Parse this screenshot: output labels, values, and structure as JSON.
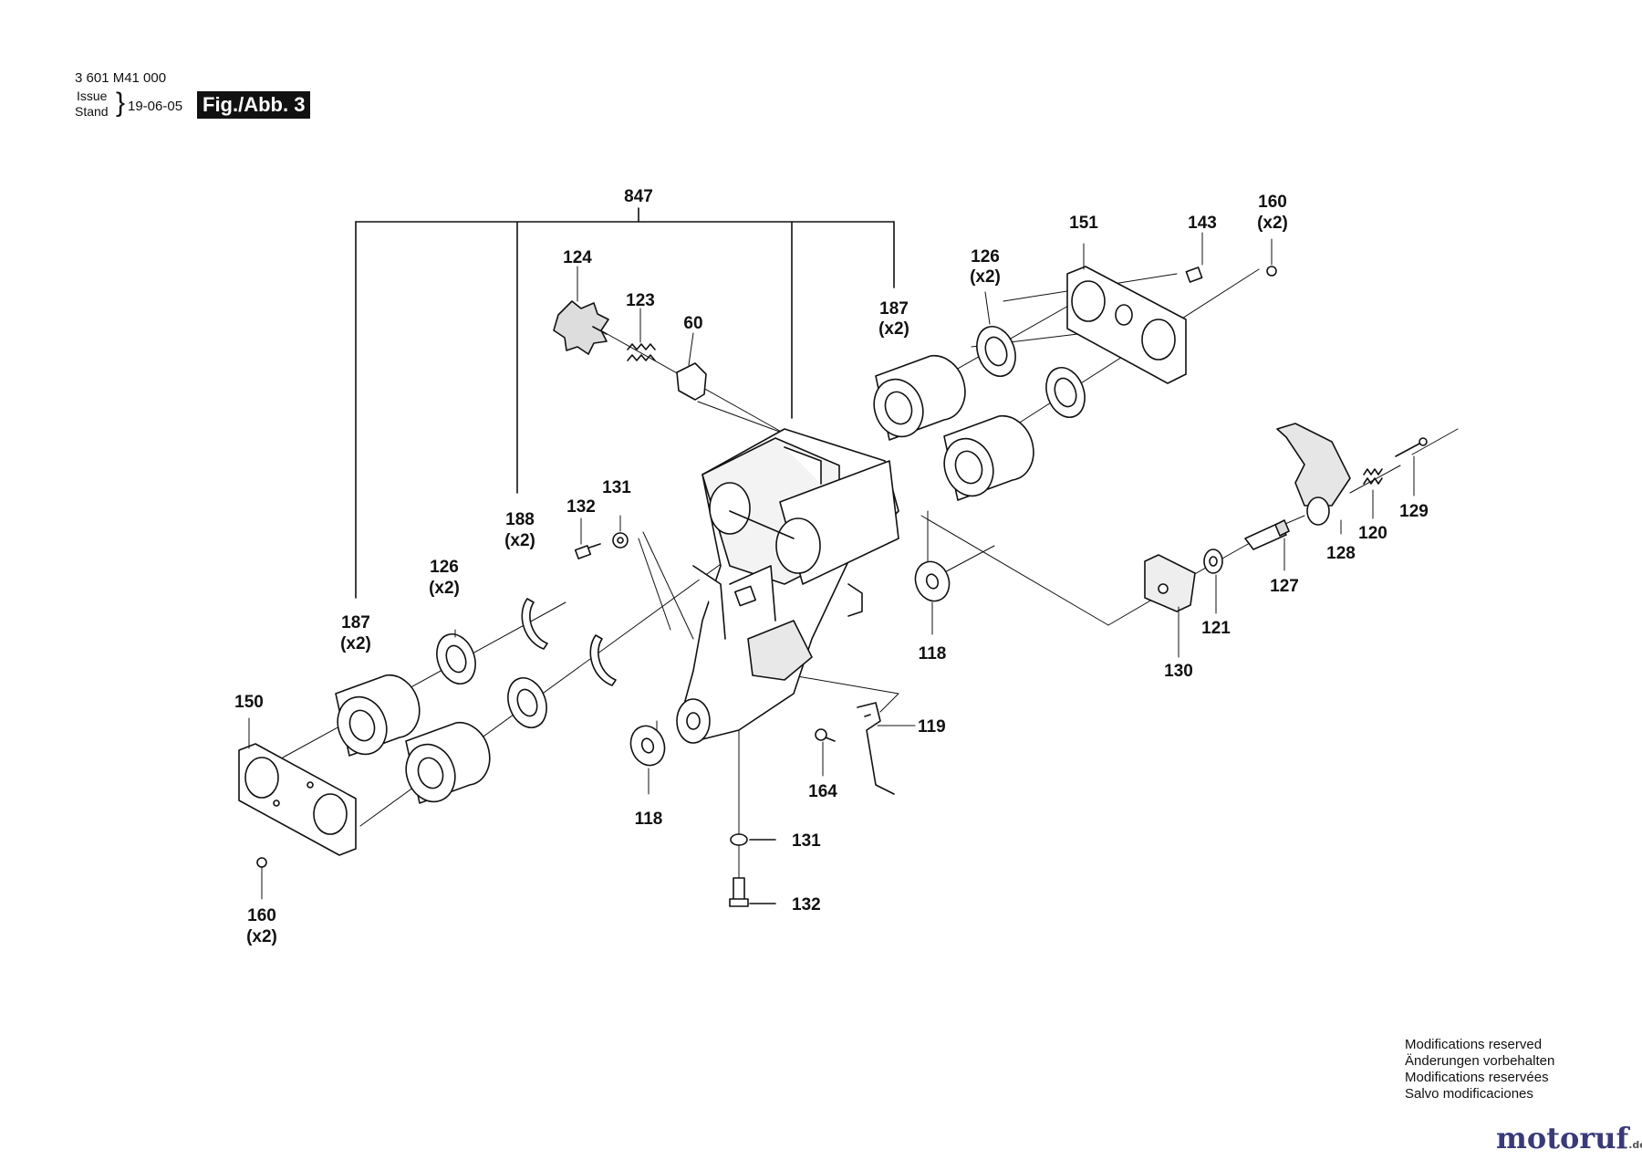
{
  "header": {
    "part_number": "3 601 M41 000",
    "issue_label": "Issue",
    "stand_label": "Stand",
    "date": "19-06-05",
    "figure": "Fig./Abb. 3"
  },
  "callouts": {
    "c847": "847",
    "c187a": "187",
    "c187a_qty": "(x2)",
    "c187b": "187",
    "c187b_qty": "(x2)",
    "c188": "188",
    "c188_qty": "(x2)",
    "c126a": "126",
    "c126a_qty": "(x2)",
    "c126b": "126",
    "c126b_qty": "(x2)",
    "c124": "124",
    "c123": "123",
    "c60": "60",
    "c151": "151",
    "c143": "143",
    "c160a": "160",
    "c160a_qty": "(x2)",
    "c160b": "160",
    "c160b_qty": "(x2)",
    "c150": "150",
    "c132a": "132",
    "c131a": "131",
    "c132b": "132",
    "c131b": "131",
    "c118a": "118",
    "c118b": "118",
    "c119": "119",
    "c164": "164",
    "c130": "130",
    "c121": "121",
    "c127": "127",
    "c128": "128",
    "c120": "120",
    "c129": "129"
  },
  "notes": [
    "Modifications reserved",
    "Änderungen vorbehalten",
    "Modifications reservées",
    "Salvo modificaciones"
  ],
  "brand": {
    "name": "motoruf",
    "suffix": ".de",
    "accent": "#3a3a7a",
    "accent2": "#c23a2a"
  },
  "colors": {
    "line": "#111111",
    "part_fill": "#ffffff",
    "shade": "#d6d6d6"
  }
}
